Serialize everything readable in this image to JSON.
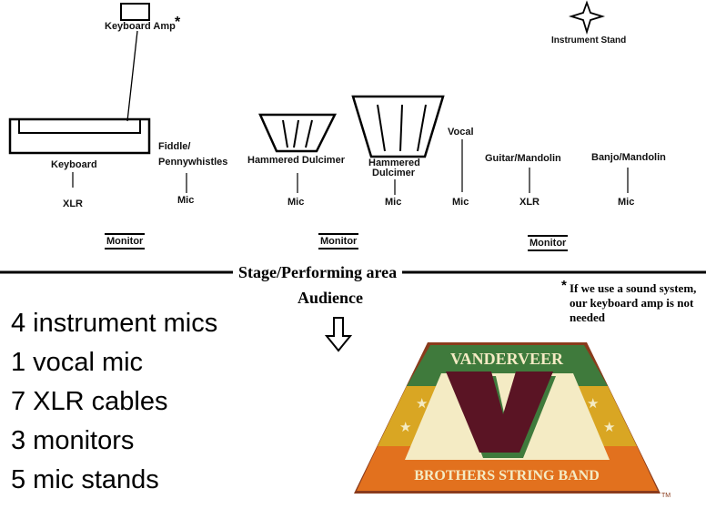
{
  "stage_items": {
    "keyboard_amp": "Keyboard Amp",
    "amp_note_marker": "*",
    "instrument_stand": "Instrument Stand",
    "keyboard": "Keyboard",
    "keyboard_conn": "XLR",
    "fiddle_line1": "Fiddle/",
    "fiddle_line2": "Pennywhistles",
    "fiddle_conn": "Mic",
    "dulcimer1": "Hammered Dulcimer",
    "dulcimer1_conn": "Mic",
    "dulcimer2_line1": "Hammered",
    "dulcimer2_line2": "Dulcimer",
    "dulcimer2_conn": "Mic",
    "vocal": "Vocal",
    "vocal_conn": "Mic",
    "guitar": "Guitar/Mandolin",
    "guitar_conn": "XLR",
    "banjo": "Banjo/Mandolin",
    "banjo_conn": "Mic",
    "monitors": [
      "Monitor",
      "Monitor",
      "Monitor"
    ]
  },
  "stage_label": "Stage/Performing area",
  "audience_label": "Audience",
  "footnote": {
    "marker": "*",
    "text": "If we use a sound system, our keyboard amp is not needed"
  },
  "equipment_counts": [
    "4 instrument mics",
    "1 vocal mic",
    "7 XLR cables",
    "3 monitors",
    "5 mic stands"
  ],
  "logo": {
    "top_text": "VANDERVEER",
    "bottom_text": "BROTHERS STRING BAND",
    "letter": "V",
    "trademark": "TM",
    "colors": {
      "green": "#3f7a3c",
      "orange": "#e2711e",
      "gold": "#d9a623",
      "cream": "#f4ebc4",
      "maroon": "#5a1424",
      "frame": "#8a3b1c"
    }
  }
}
